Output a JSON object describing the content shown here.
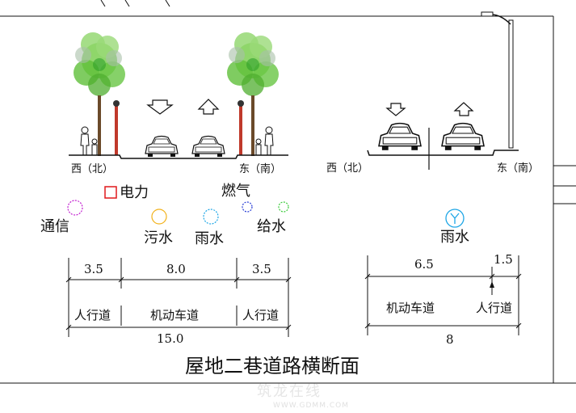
{
  "left_section": {
    "dir_west": "西（北）",
    "dir_east": "东（南）",
    "utilities": {
      "power": "电力",
      "gas": "燃气",
      "telecom": "通信",
      "sewage": "污水",
      "storm": "雨水",
      "water": "给水"
    },
    "dims": [
      "3.5",
      "8.0",
      "3.5"
    ],
    "lanes": [
      "人行道",
      "机动车道",
      "人行道"
    ],
    "total": "15.0"
  },
  "right_section": {
    "dir_west": "西（北）",
    "dir_east": "东（南）",
    "utilities": {
      "storm": "雨水"
    },
    "dims": [
      "6.5",
      "1.5"
    ],
    "lanes": [
      "机动车道",
      "人行道"
    ],
    "total": "8"
  },
  "title": "屋地二巷道路横断面",
  "watermark": {
    "brand": "筑龙在线",
    "url": "WWW.GDMM.COM"
  },
  "colors": {
    "power": "#e0191c",
    "telecom": "#c21fd0",
    "sewage": "#f2b21b",
    "storm": "#1ea6e6",
    "gas": "#2a3fd6",
    "water": "#3bcc3b",
    "tree": "#5fbf3a",
    "pole": "#c0392b"
  }
}
